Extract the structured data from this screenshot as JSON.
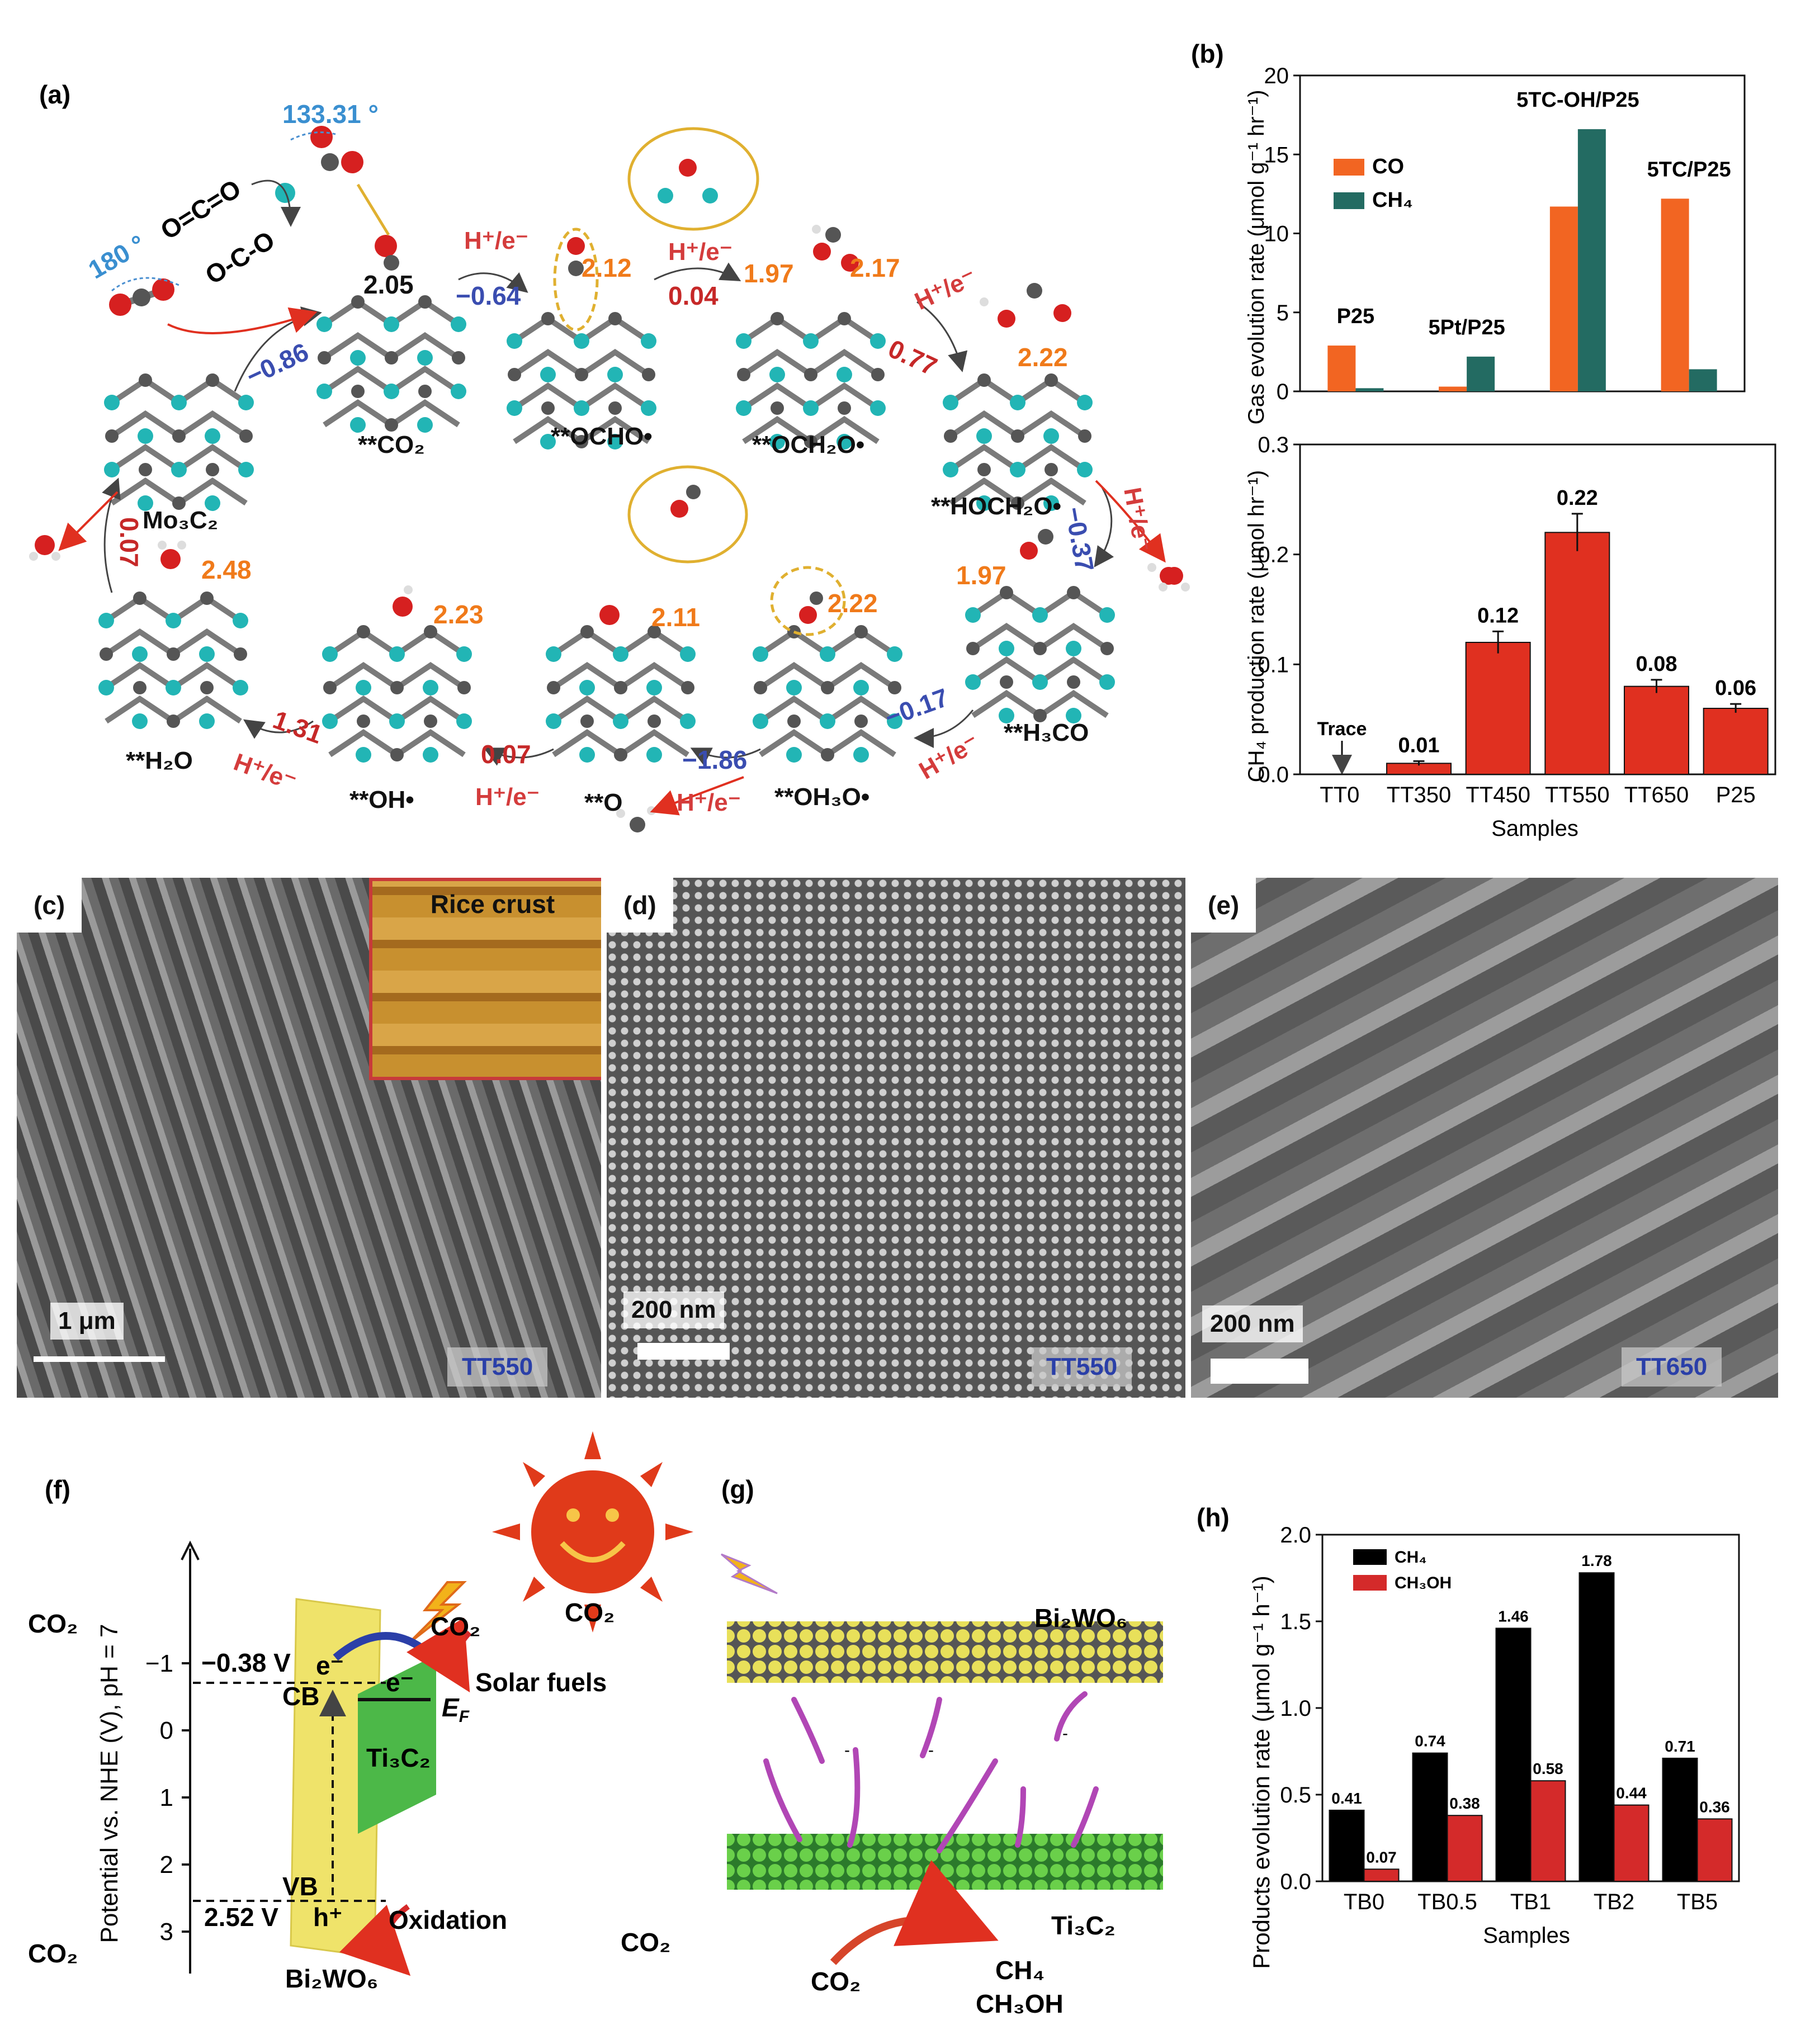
{
  "panels": {
    "a": {
      "letter": "(a)",
      "angle_bent": "133.31 °",
      "angle_linear": "180 °",
      "mol_linear": "O=C=O",
      "mol_bent": "O-C-O",
      "substrate": "Mo₃C₂",
      "he": "H⁺/e⁻",
      "states": {
        "co2": "**CO₂",
        "ocho": "**OCHO•",
        "och2o": "**OCH₂O•",
        "hoch2o": "**HOCH₂O•",
        "h3co": "**H₃CO",
        "oh3o": "**OH₃O•",
        "o": "**O",
        "oh": "**OH•",
        "h2o": "**H₂O"
      },
      "energies": {
        "e_086": "−0.86",
        "e_064": "−0.64",
        "e_004": "0.04",
        "e_077": "0.77",
        "e_037": "−0.37",
        "e_017": "−0.17",
        "e_186": "−1.86",
        "e_007b": "0.07",
        "e_131": "1.31",
        "e_007": "0.07"
      },
      "bonds": {
        "b_205": "2.05",
        "b_212": "2.12",
        "b_197a": "1.97",
        "b_217": "2.17",
        "b_222a": "2.22",
        "b_197b": "1.97",
        "b_222b": "2.22",
        "b_211": "2.11",
        "b_223": "2.23",
        "b_248": "2.48"
      }
    },
    "b": {
      "letter": "(b)",
      "top_ylabel": "Gas evolution rate (μmol g⁻¹ hr⁻¹)",
      "bottom_ylabel": "CH₄ production rate (μmol hr⁻¹)",
      "bottom_xlabel": "Samples",
      "trace_label": "Trace"
    },
    "c": {
      "letter": "(c)",
      "inset": "Rice crust",
      "scale": "1 μm",
      "sample": "TT550"
    },
    "d": {
      "letter": "(d)",
      "scale": "200 nm",
      "sample": "TT550"
    },
    "e": {
      "letter": "(e)",
      "scale": "200 nm",
      "sample": "TT650"
    },
    "f": {
      "letter": "(f)",
      "ylabel": "Potential vs. NHE (V), pH = 7",
      "ticks": [
        "−1",
        "0",
        "1",
        "2",
        "3"
      ],
      "cb_value": "−0.38 V",
      "vb_value": "2.52 V",
      "electron": "e⁻",
      "hole": "h⁺",
      "cb": "CB",
      "vb": "VB",
      "ef": "E",
      "ef_sub": "F",
      "mxene": "Ti₃C₂",
      "semiconductor": "Bi₂WO₆",
      "co2": "CO₂",
      "solar_fuels": "Solar fuels",
      "oxidation": "Oxidation",
      "side_co2": "CO₂"
    },
    "g": {
      "letter": "(g)",
      "top_layer": "Bi₂WO₆",
      "bottom_layer": "Ti₃C₂",
      "co2": "CO₂",
      "products_1": "CH₄",
      "products_2": "CH₃OH",
      "side_co2": "CO₂",
      "minus": "-"
    },
    "h": {
      "letter": "(h)",
      "ylabel": "Products evolution rate (μmol g⁻¹ h⁻¹)",
      "xlabel": "Samples"
    }
  },
  "chart_data": [
    {
      "id": "b-top",
      "type": "bar",
      "categories": [
        "P25",
        "5Pt/P25",
        "5TC-OH/P25",
        "5TC/P25"
      ],
      "series": [
        {
          "name": "CO",
          "color": "#f26522",
          "values": [
            2.9,
            0.3,
            11.7,
            12.2
          ]
        },
        {
          "name": "CH₄",
          "color": "#236b62",
          "values": [
            0.2,
            2.2,
            16.6,
            1.4
          ]
        }
      ],
      "ylim": [
        0,
        20
      ],
      "yticks": [
        0,
        5,
        10,
        15,
        20
      ],
      "legend": "top-left"
    },
    {
      "id": "b-bottom",
      "type": "bar",
      "categories": [
        "TT0",
        "TT350",
        "TT450",
        "TT550",
        "TT650",
        "P25"
      ],
      "values": [
        0,
        0.01,
        0.12,
        0.22,
        0.08,
        0.06
      ],
      "value_labels": [
        "",
        "0.01",
        "0.12",
        "0.22",
        "0.08",
        "0.06"
      ],
      "errors": [
        0,
        0.002,
        0.01,
        0.017,
        0.006,
        0.004
      ],
      "color": "#e03020",
      "ylim": [
        0,
        0.3
      ],
      "yticks": [
        "0.0",
        "0.1",
        "0.2",
        "0.3"
      ]
    },
    {
      "id": "h",
      "type": "bar",
      "categories": [
        "TB0",
        "TB0.5",
        "TB1",
        "TB2",
        "TB5"
      ],
      "series": [
        {
          "name": "CH₄",
          "color": "#000000",
          "values": [
            0.41,
            0.74,
            1.46,
            1.78,
            0.71
          ]
        },
        {
          "name": "CH₃OH",
          "color": "#d42a2a",
          "values": [
            0.07,
            0.38,
            0.58,
            0.44,
            0.36
          ]
        }
      ],
      "ylim": [
        0,
        2.0
      ],
      "yticks": [
        "0.0",
        "0.5",
        "1.0",
        "1.5",
        "2.0"
      ],
      "legend": "top-left"
    }
  ]
}
